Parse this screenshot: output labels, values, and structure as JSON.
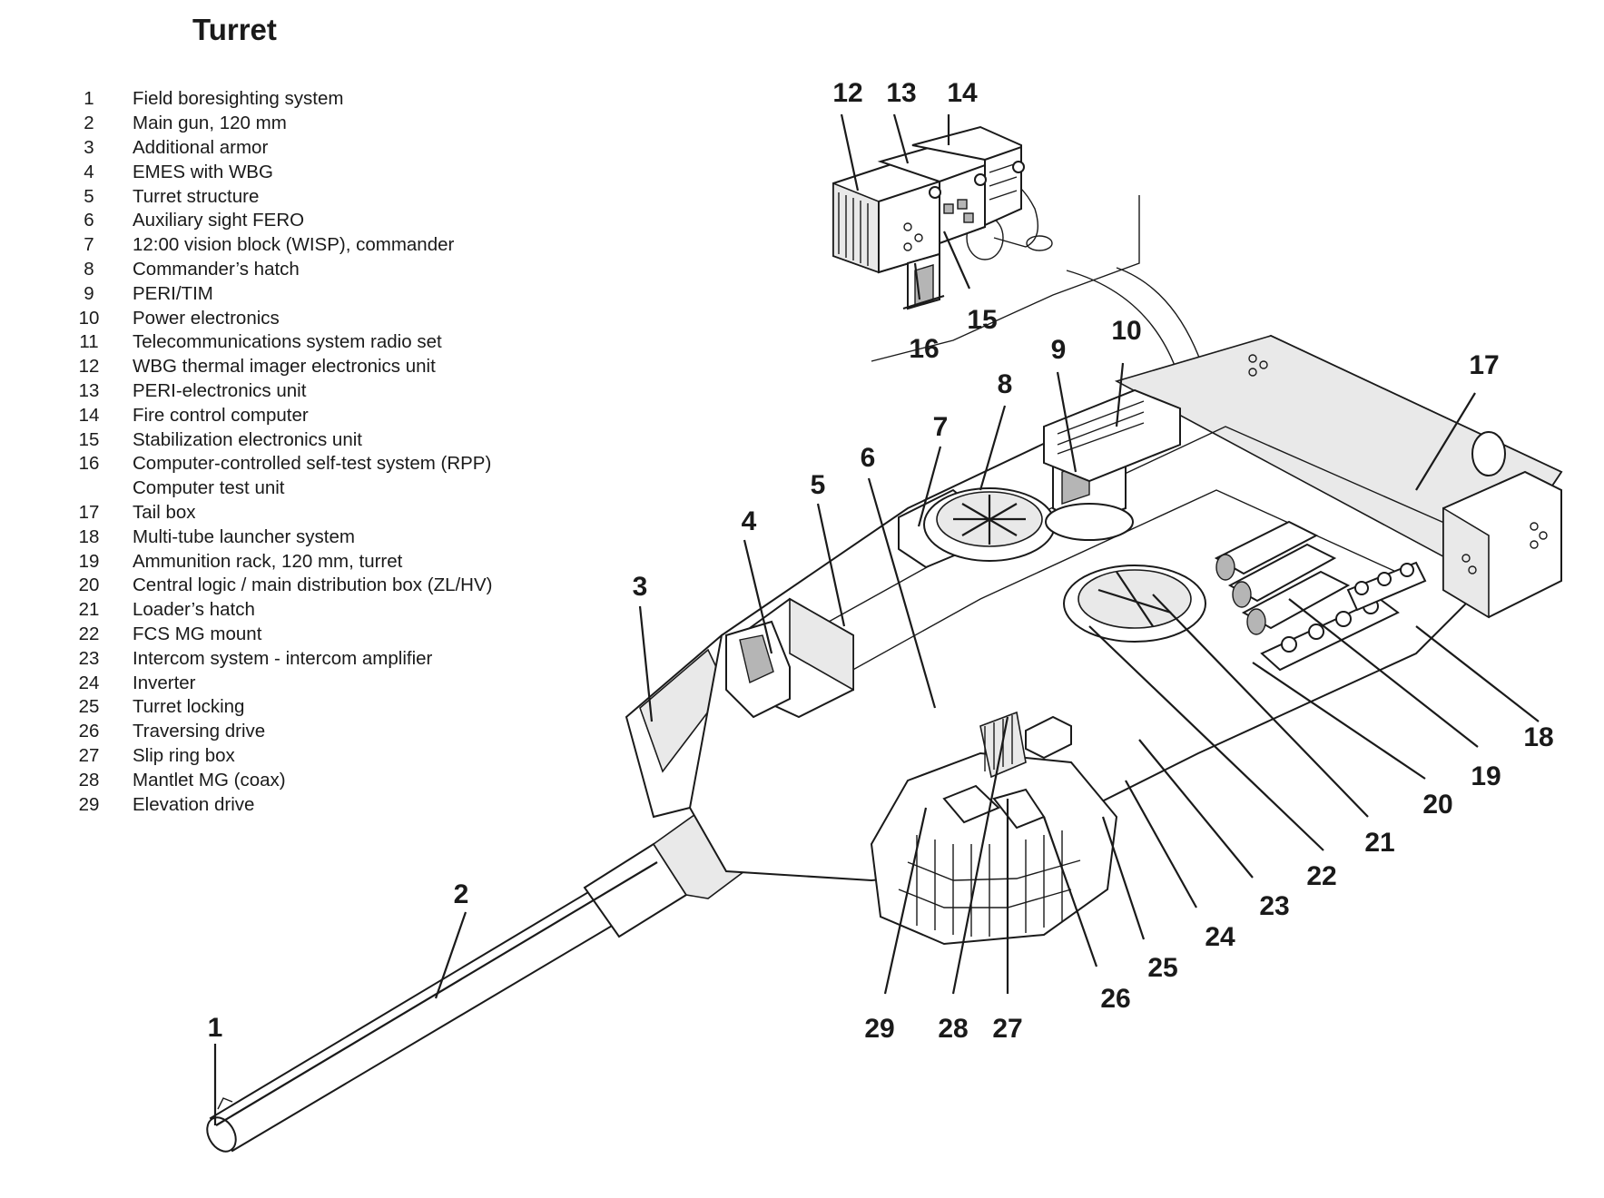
{
  "title": "Turret",
  "legend": [
    {
      "num": "1",
      "text": "Field boresighting system"
    },
    {
      "num": "2",
      "text": "Main gun, 120 mm"
    },
    {
      "num": "3",
      "text": "Additional armor"
    },
    {
      "num": "4",
      "text": "EMES with WBG"
    },
    {
      "num": "5",
      "text": "Turret  structure"
    },
    {
      "num": "6",
      "text": "Auxiliary sight FERO"
    },
    {
      "num": "7",
      "text": "12:00 vision block (WISP), commander"
    },
    {
      "num": "8",
      "text": "Commander’s hatch"
    },
    {
      "num": "9",
      "text": "PERI/TIM"
    },
    {
      "num": "10",
      "text": "Power  electronics"
    },
    {
      "num": "11",
      "text": "Telecommunications system radio set"
    },
    {
      "num": "12",
      "text": "WBG thermal imager electronics unit"
    },
    {
      "num": "13",
      "text": "PERI-electronics unit"
    },
    {
      "num": "14",
      "text": "Fire control computer"
    },
    {
      "num": "15",
      "text": "Stabilization electronics unit"
    },
    {
      "num": "16",
      "text": "Computer-controlled self-test system (RPP)"
    },
    {
      "num": "",
      "text": "Computer test unit"
    },
    {
      "num": "17",
      "text": "Tail box"
    },
    {
      "num": "18",
      "text": "Multi-tube launcher system"
    },
    {
      "num": "19",
      "text": "Ammunition rack, 120 mm, turret"
    },
    {
      "num": "20",
      "text": "Central logic / main distribution box (ZL/HV)"
    },
    {
      "num": "21",
      "text": "Loader’s  hatch"
    },
    {
      "num": "22",
      "text": "FCS MG mount"
    },
    {
      "num": "23",
      "text": "Intercom system - intercom amplifier"
    },
    {
      "num": "24",
      "text": "Inverter"
    },
    {
      "num": "25",
      "text": "Turret locking"
    },
    {
      "num": "26",
      "text": "Traversing  drive"
    },
    {
      "num": "27",
      "text": "Slip ring box"
    },
    {
      "num": "28",
      "text": "Mantlet MG (coax)"
    },
    {
      "num": "29",
      "text": "Elevation drive"
    }
  ],
  "callouts": {
    "c1": "1",
    "c2": "2",
    "c3": "3",
    "c4": "4",
    "c5": "5",
    "c6": "6",
    "c7": "7",
    "c8": "8",
    "c9": "9",
    "c10": "10",
    "c12": "12",
    "c13": "13",
    "c14": "14",
    "c15": "15",
    "c16": "16",
    "c17": "17",
    "c18": "18",
    "c19": "19",
    "c20": "20",
    "c21": "21",
    "c22": "22",
    "c23": "23",
    "c24": "24",
    "c25": "25",
    "c26": "26",
    "c27": "27",
    "c28": "28",
    "c29": "29"
  }
}
